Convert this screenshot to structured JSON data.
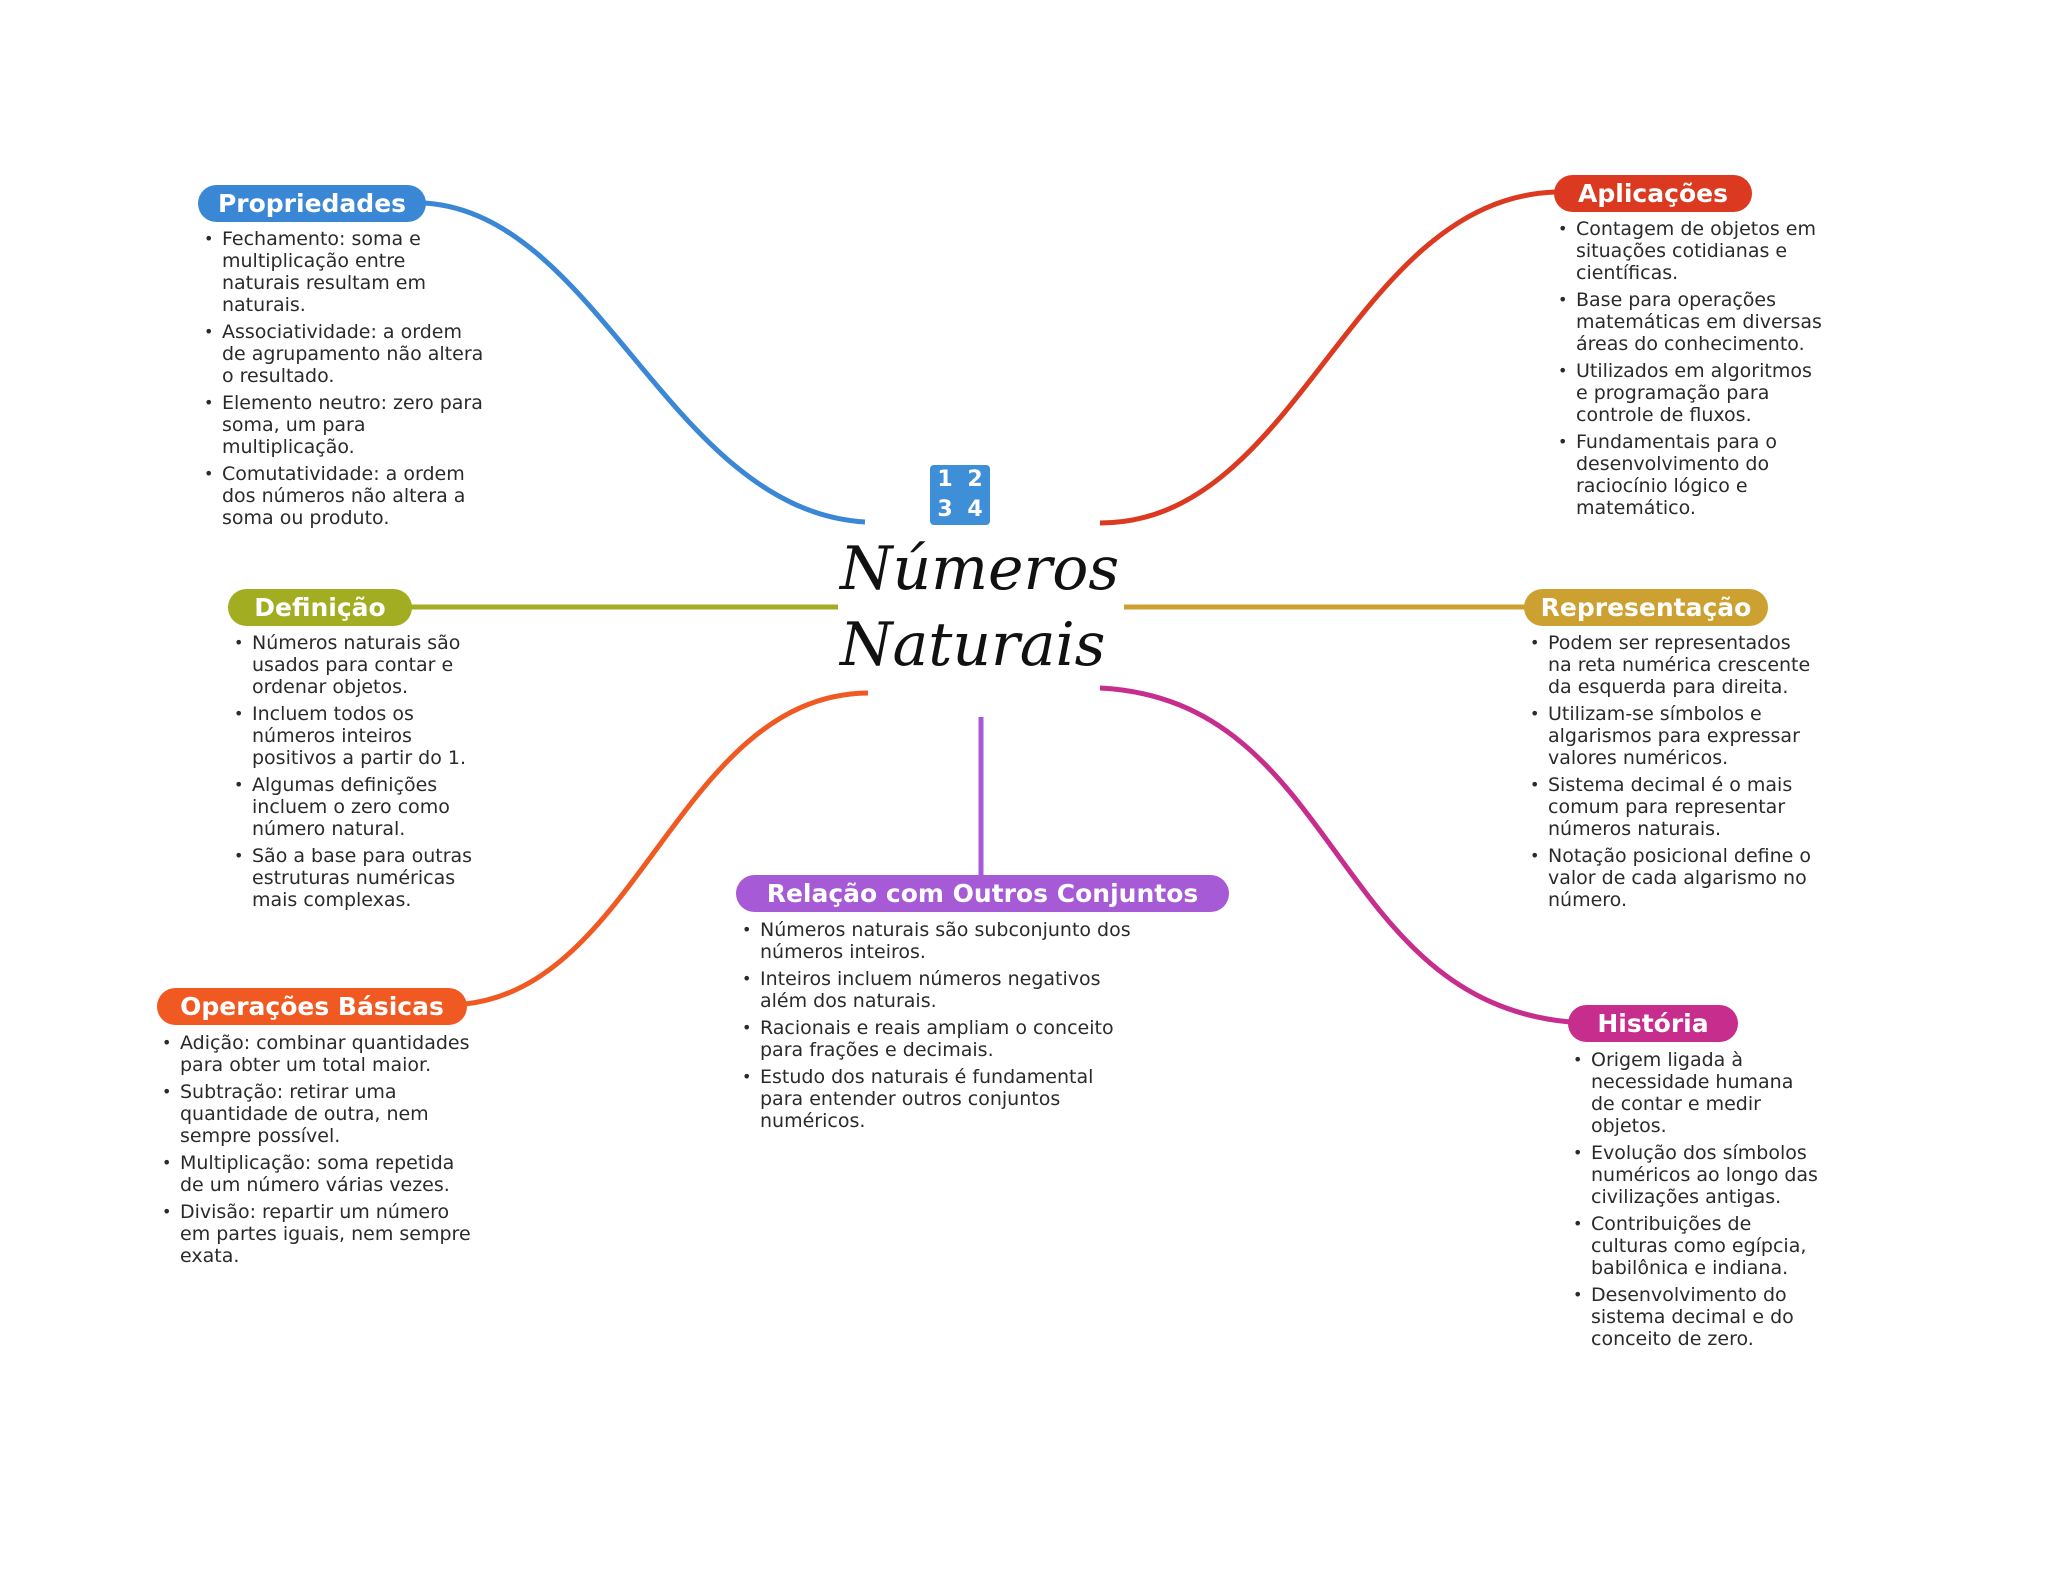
{
  "center": {
    "icon_digits": [
      "1",
      "2",
      "3",
      "4"
    ],
    "title_line1": "Números",
    "title_line2": "Naturais"
  },
  "branches": {
    "propriedades": {
      "label": "Propriedades",
      "color": "#3a87d6",
      "items": [
        "Fechamento: soma e multiplicação entre naturais resultam em naturais.",
        "Associatividade: a ordem de agrupamento não altera o resultado.",
        "Elemento neutro: zero para soma, um para multiplicação.",
        "Comutatividade: a ordem dos números não altera a soma ou produto."
      ]
    },
    "definicao": {
      "label": "Definição",
      "color": "#a2ad22",
      "items": [
        "Números naturais são usados para contar e ordenar objetos.",
        "Incluem todos os números inteiros positivos a partir do 1.",
        "Algumas definições incluem o zero como número natural.",
        "São a base para outras estruturas numéricas mais complexas."
      ]
    },
    "operacoes": {
      "label": "Operações Básicas",
      "color": "#f05a22",
      "items": [
        "Adição: combinar quantidades para obter um total maior.",
        "Subtração: retirar uma quantidade de outra, nem sempre possível.",
        "Multiplicação: soma repetida de um número várias vezes.",
        "Divisão: repartir um número em partes iguais, nem sempre exata."
      ]
    },
    "relacao": {
      "label": "Relação com Outros Conjuntos",
      "color": "#a75ad6",
      "items": [
        "Números naturais são subconjunto dos números inteiros.",
        "Inteiros incluem números negativos além dos naturais.",
        "Racionais e reais ampliam o conceito para frações e decimais.",
        "Estudo dos naturais é fundamental para entender outros conjuntos numéricos."
      ]
    },
    "aplicacoes": {
      "label": "Aplicações",
      "color": "#dc3a20",
      "items": [
        "Contagem de objetos em situações cotidianas e científicas.",
        "Base para operações matemáticas em diversas áreas do conhecimento.",
        "Utilizados em algoritmos e programação para controle de fluxos.",
        "Fundamentais para o desenvolvimento do raciocínio lógico e matemático."
      ]
    },
    "representacao": {
      "label": "Representação",
      "color": "#cda131",
      "items": [
        "Podem ser representados na reta numérica crescente da esquerda para direita.",
        "Utilizam-se símbolos e algarismos para expressar valores numéricos.",
        "Sistema decimal é o mais comum para representar números naturais.",
        "Notação posicional define o valor de cada algarismo no número."
      ]
    },
    "historia": {
      "label": "História",
      "color": "#c72d8d",
      "items": [
        "Origem ligada à necessidade humana de contar e medir objetos.",
        "Evolução dos símbolos numéricos ao longo das civilizações antigas.",
        "Contribuições de culturas como egípcia, babilônica e indiana.",
        "Desenvolvimento do sistema decimal e do conceito de zero."
      ]
    }
  }
}
